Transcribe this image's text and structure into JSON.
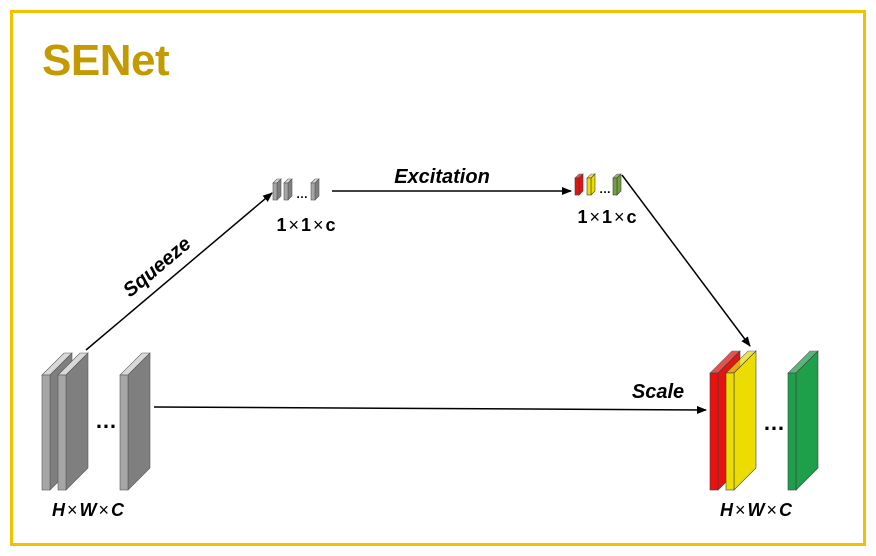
{
  "title": "SENet",
  "colors": {
    "frame": "#f2c200",
    "title": "#c39a00",
    "gray_front": "#a6a6a6",
    "gray_top": "#d9d9d9",
    "gray_side": "#7f7f7f",
    "red": "#e8120e",
    "yellow": "#ecdc00",
    "green": "#1ea04b",
    "olive_green": "#70a040"
  },
  "labels": {
    "squeeze": "Squeeze",
    "excitation": "Excitation",
    "scale": "Scale",
    "ellipsis": "…",
    "input_dims": {
      "h": "H",
      "w": "W",
      "c": "C",
      "times": "×"
    },
    "output_dims": {
      "h": "H",
      "w": "W",
      "c": "C",
      "times": "×"
    },
    "squeeze_dims": {
      "a": "1",
      "b": "1",
      "c": "c",
      "times": "×"
    },
    "excitation_dims": {
      "a": "1",
      "b": "1",
      "c": "c",
      "times": "×"
    }
  },
  "icons": [
    "arrow-icon"
  ]
}
